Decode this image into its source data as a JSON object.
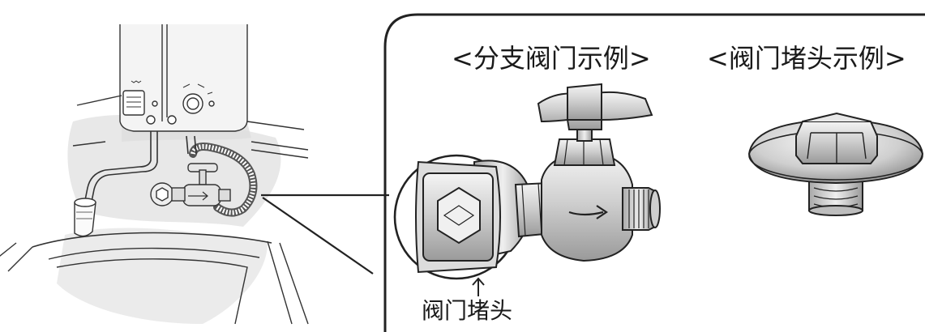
{
  "labels": {
    "branch_valve_example": "<分支阀门示例>",
    "valve_cap_example": "<阀门堵头示例>",
    "valve_cap": "阀门堵头"
  },
  "icons": {
    "arrow": "up-arrow-icon",
    "flow_arrow": "flow-direction-arrow-icon"
  }
}
